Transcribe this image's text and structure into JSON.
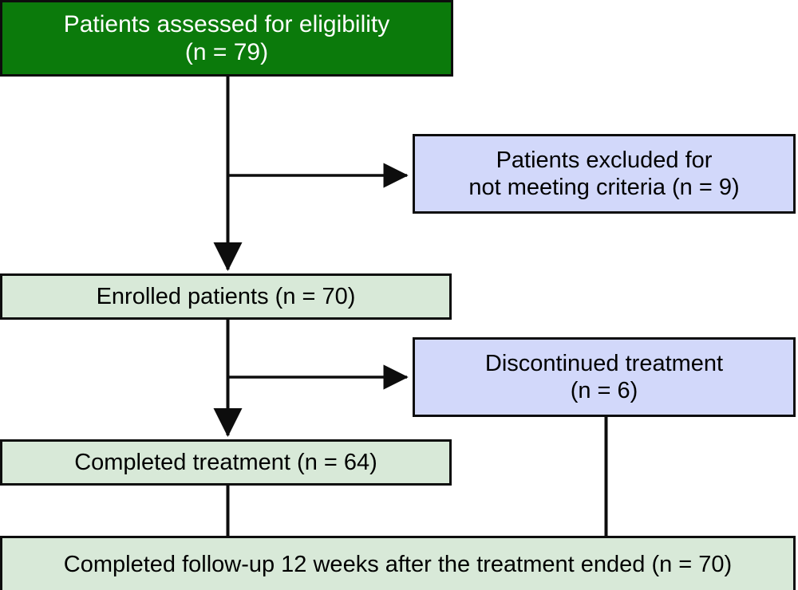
{
  "diagram": {
    "type": "CONSORT patient flow diagram",
    "nodes": [
      {
        "id": "assessed",
        "name": "patients-assessed-box",
        "text": "Patients assessed for eligibility\n(n = 79)",
        "n": 79,
        "fill": "#0b7a0b",
        "text_color": "#ffffff"
      },
      {
        "id": "excluded",
        "name": "patients-excluded-box",
        "text": "Patients excluded for\nnot meeting criteria (n = 9)",
        "n": 9,
        "fill": "#d2d8fa",
        "text_color": "#000000"
      },
      {
        "id": "enrolled",
        "name": "enrolled-patients-box",
        "text": "Enrolled patients (n = 70)",
        "n": 70,
        "fill": "#d8e9d8",
        "text_color": "#000000"
      },
      {
        "id": "discontinued",
        "name": "discontinued-treatment-box",
        "text": "Discontinued treatment\n(n = 6)",
        "n": 6,
        "fill": "#d2d8fa",
        "text_color": "#000000"
      },
      {
        "id": "completed_treatment",
        "name": "completed-treatment-box",
        "text": "Completed treatment (n = 64)",
        "n": 64,
        "fill": "#d8e9d8",
        "text_color": "#000000"
      },
      {
        "id": "followup",
        "name": "completed-followup-box",
        "text": "Completed follow-up 12 weeks after the treatment ended (n = 70)",
        "n": 70,
        "fill": "#d8e9d8",
        "text_color": "#000000"
      }
    ],
    "edges": [
      {
        "from": "assessed",
        "to": "enrolled",
        "style": "arrow-down"
      },
      {
        "from": "assessed",
        "to": "excluded",
        "style": "arrow-right"
      },
      {
        "from": "enrolled",
        "to": "completed_treatment",
        "style": "arrow-down"
      },
      {
        "from": "enrolled",
        "to": "discontinued",
        "style": "arrow-right"
      },
      {
        "from": "completed_treatment",
        "to": "followup",
        "style": "line-down"
      },
      {
        "from": "discontinued",
        "to": "followup",
        "style": "line-down"
      }
    ],
    "line_color": "#0d0d0d"
  }
}
